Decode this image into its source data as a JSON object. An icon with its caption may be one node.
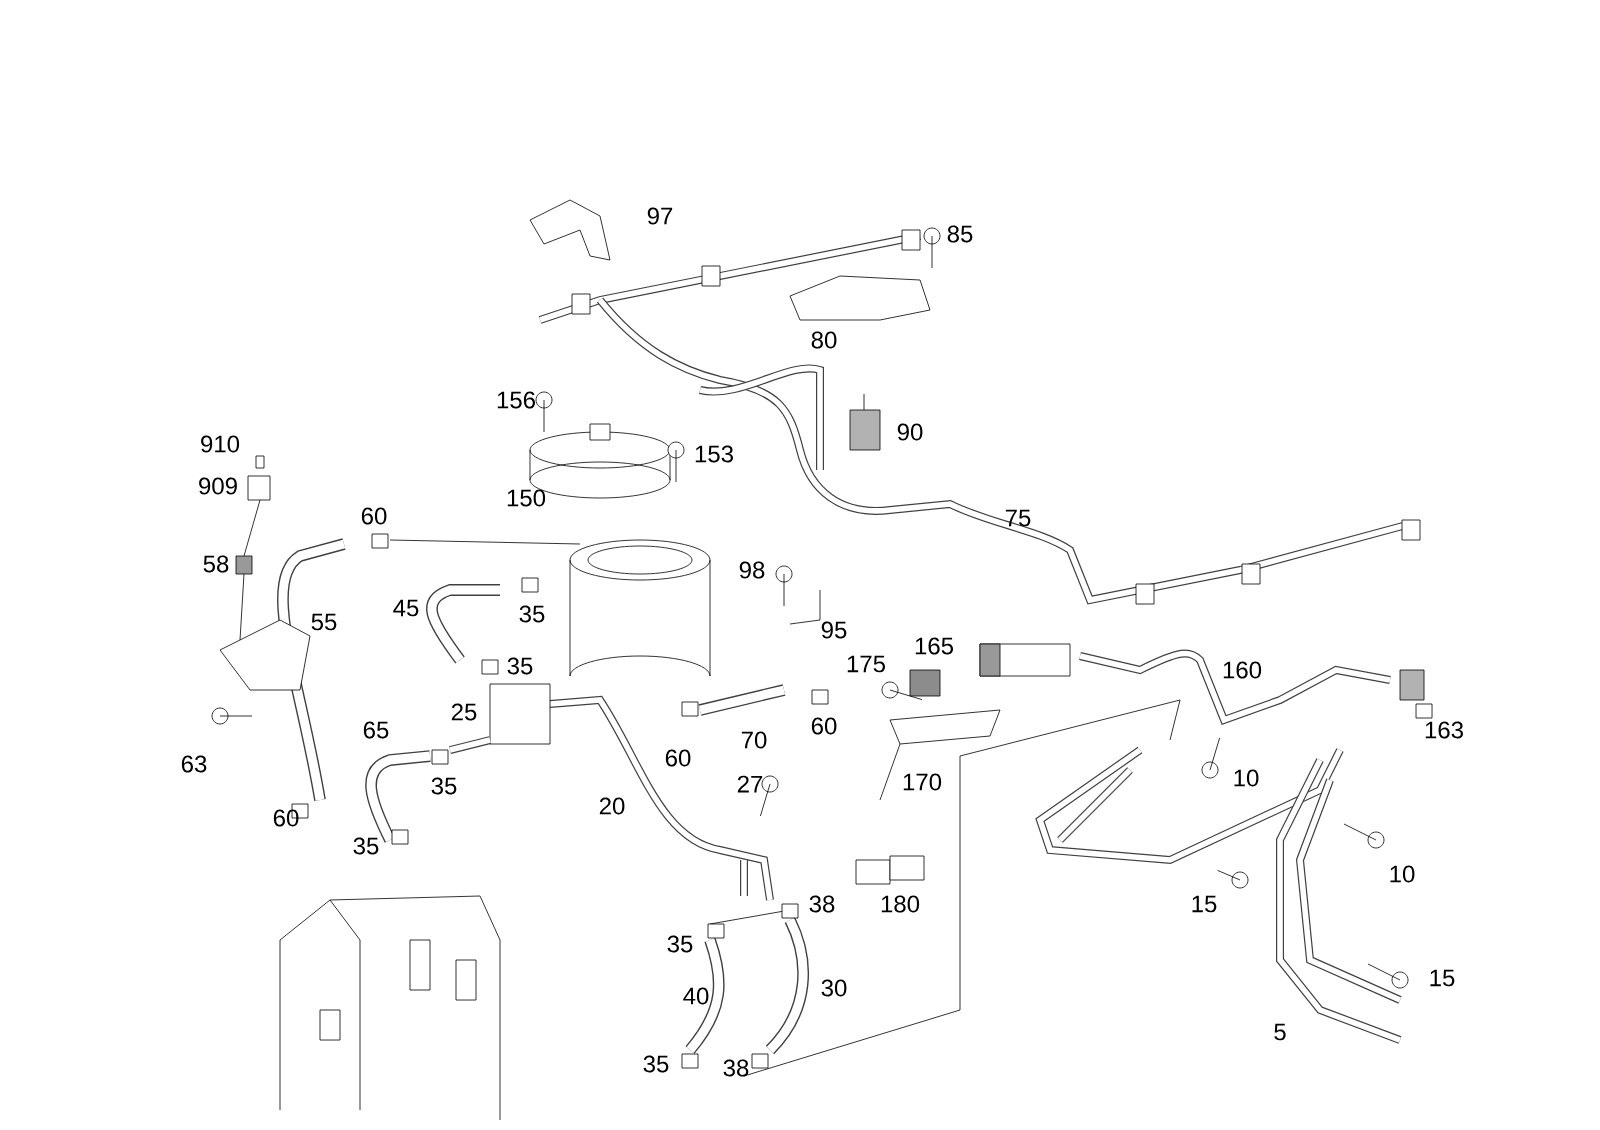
{
  "diagram": {
    "labels": [
      "97",
      "85",
      "80",
      "156",
      "90",
      "910",
      "153",
      "909",
      "150",
      "60",
      "75",
      "58",
      "98",
      "45",
      "35",
      "55",
      "95",
      "175",
      "165",
      "35",
      "160",
      "25",
      "60",
      "63",
      "65",
      "163",
      "70",
      "60",
      "35",
      "27",
      "170",
      "10",
      "20",
      "60",
      "35",
      "10",
      "38",
      "180",
      "15",
      "35",
      "30",
      "40",
      "15",
      "5",
      "35",
      "38"
    ]
  }
}
